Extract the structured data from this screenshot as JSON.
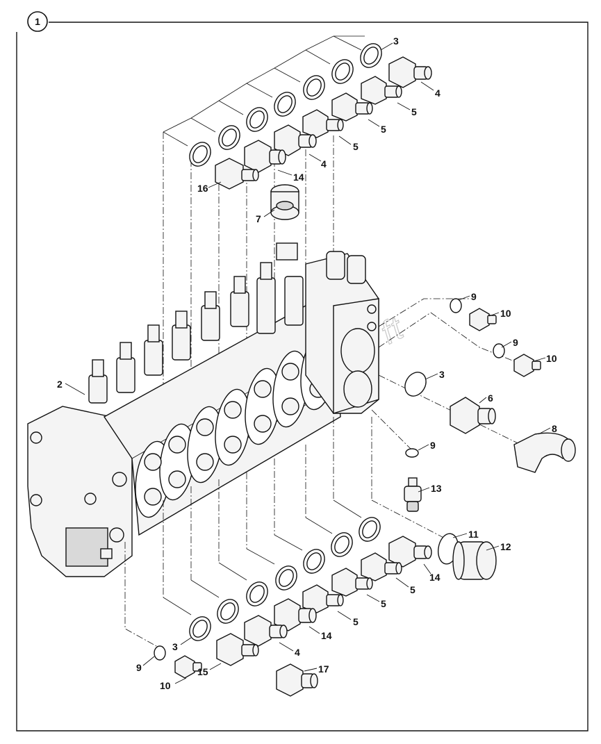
{
  "panel": {
    "number": "1"
  },
  "watermark": "ft",
  "callouts": [
    {
      "label": "3"
    },
    {
      "label": "4"
    },
    {
      "label": "5"
    },
    {
      "label": "5"
    },
    {
      "label": "5"
    },
    {
      "label": "4"
    },
    {
      "label": "14"
    },
    {
      "label": "16"
    },
    {
      "label": "7"
    },
    {
      "label": "9"
    },
    {
      "label": "10"
    },
    {
      "label": "9"
    },
    {
      "label": "10"
    },
    {
      "label": "2"
    },
    {
      "label": "3"
    },
    {
      "label": "6"
    },
    {
      "label": "8"
    },
    {
      "label": "9"
    },
    {
      "label": "13"
    },
    {
      "label": "11"
    },
    {
      "label": "12"
    },
    {
      "label": "14"
    },
    {
      "label": "5"
    },
    {
      "label": "5"
    },
    {
      "label": "5"
    },
    {
      "label": "14"
    },
    {
      "label": "3"
    },
    {
      "label": "4"
    },
    {
      "label": "9"
    },
    {
      "label": "15"
    },
    {
      "label": "17"
    },
    {
      "label": "10"
    }
  ]
}
